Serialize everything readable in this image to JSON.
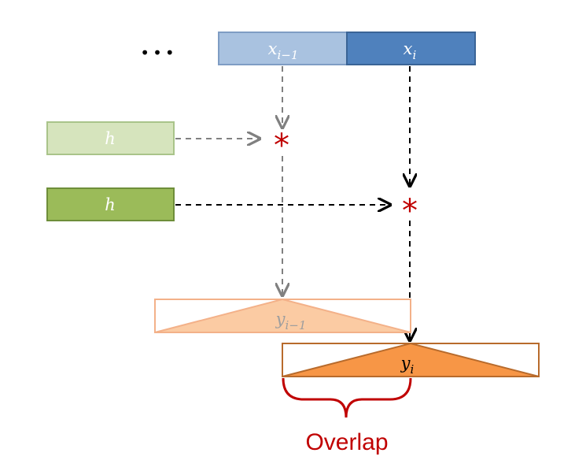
{
  "diagram": {
    "ellipsis": "•••",
    "input_prev": {
      "base": "x",
      "sub": "i−1"
    },
    "input_curr": {
      "base": "x",
      "sub": "i"
    },
    "filter_label": "h",
    "filter_label_2": "h",
    "conv_symbol": "*",
    "output_prev": {
      "base": "y",
      "sub": "i−1"
    },
    "output_curr": {
      "base": "y",
      "sub": "i"
    },
    "overlap_label": "Overlap"
  },
  "colors": {
    "input_prev_fill": "#a9c2e0",
    "input_prev_stroke": "#7f9dc4",
    "input_curr_fill": "#4f81bd",
    "input_curr_stroke": "#3a6496",
    "filter_faded_fill": "#d6e4bd",
    "filter_faded_stroke": "#a9c48a",
    "filter_fill": "#9bbb59",
    "filter_stroke": "#6e8e3a",
    "conv_star": "#c00000",
    "arrow_faded": "#808080",
    "arrow": "#000000",
    "output_faded_fill": "#fbcba3",
    "output_faded_stroke": "#f3b189",
    "output_fill": "#f79646",
    "output_stroke": "#b86b2c",
    "overlap": "#c00000"
  }
}
